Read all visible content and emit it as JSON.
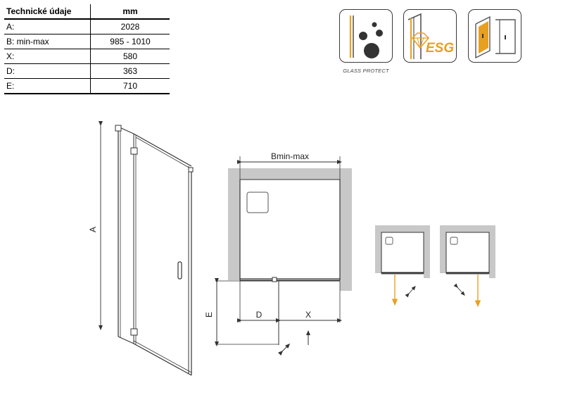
{
  "spec_table": {
    "header_label": "Technické údaje",
    "header_unit": "mm",
    "rows": [
      {
        "label": "A:",
        "value": "2028"
      },
      {
        "label": "B: min-max",
        "value": "985 - 1010"
      },
      {
        "label": "X:",
        "value": "580"
      },
      {
        "label": "D:",
        "value": "363"
      },
      {
        "label": "E:",
        "value": "710"
      }
    ]
  },
  "features": [
    {
      "icon": "glass-protect-icon",
      "caption": "GLASS PROTECT",
      "accent": "#e8a020"
    },
    {
      "icon": "esg-safety-glass-icon",
      "label": "ESG",
      "caption": "",
      "accent": "#e8a020"
    },
    {
      "icon": "door-reversible-icon",
      "caption": "",
      "accent": "#e8a020"
    }
  ],
  "drawing": {
    "height_label": "A",
    "width_label": "Bmin-max",
    "offset_label": "D",
    "opening_label": "X",
    "depth_label": "E"
  },
  "colors": {
    "wall": "#c8c8c8",
    "line": "#333333",
    "accent": "#e8a020"
  }
}
